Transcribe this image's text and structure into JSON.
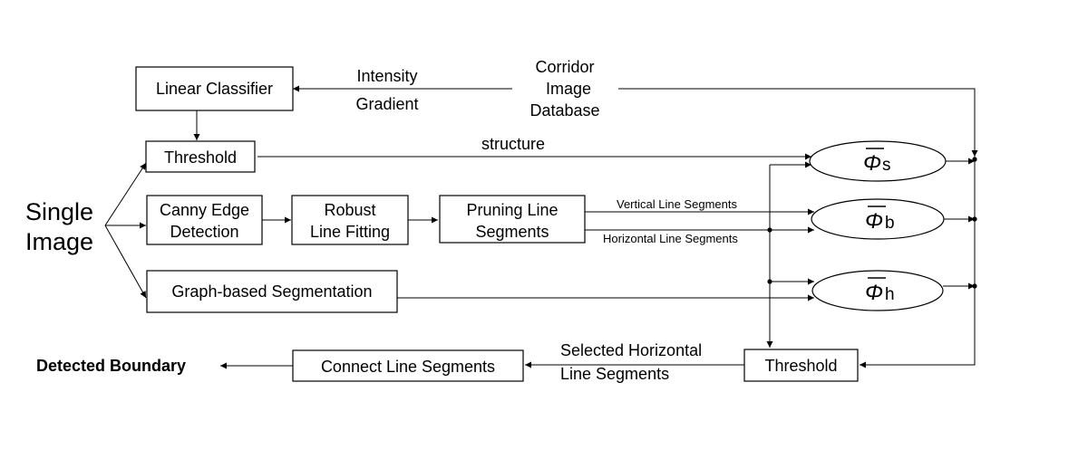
{
  "input": {
    "line1": "Single",
    "line2": "Image"
  },
  "output": {
    "label": "Detected Boundary"
  },
  "boxes": {
    "linear_classifier": "Linear Classifier",
    "threshold_top": "Threshold",
    "canny_line1": "Canny Edge",
    "canny_line2": "Detection",
    "robust_line1": "Robust",
    "robust_line2": "Line Fitting",
    "pruning_line1": "Pruning Line",
    "pruning_line2": "Segments",
    "graph_segmentation": "Graph-based Segmentation",
    "connect_segments": "Connect Line Segments",
    "threshold_bottom": "Threshold"
  },
  "database": {
    "line1": "Corridor",
    "line2": "Image",
    "line3": "Database"
  },
  "edge_labels": {
    "intensity": "Intensity",
    "gradient": "Gradient",
    "structure": "structure",
    "vertical_segments": "Vertical Line Segments",
    "horizontal_segments": "Horizontal Line Segments",
    "selected_line1": "Selected Horizontal",
    "selected_line2": "Line Segments"
  },
  "phi_nodes": {
    "symbol": "Φ",
    "s": {
      "sub": "s"
    },
    "b": {
      "sub": "b"
    },
    "h": {
      "sub": "h"
    }
  }
}
